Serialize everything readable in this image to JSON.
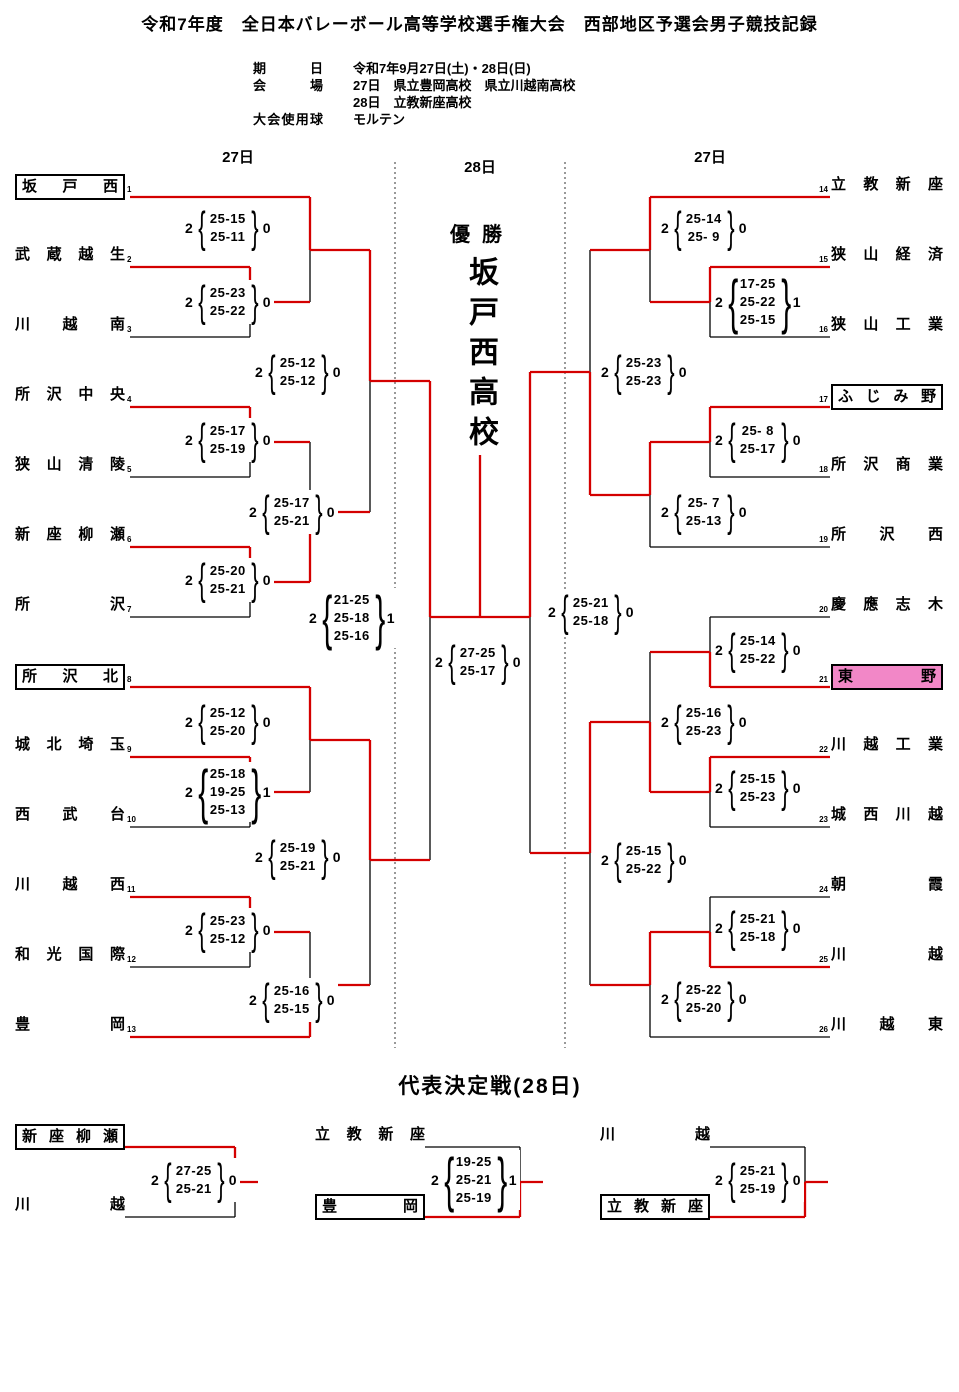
{
  "title": "令和7年度　全日本バレーボール高等学校選手権大会　西部地区予選会男子競技記録",
  "info": {
    "date_label": "期　日",
    "date_value": "令和7年9月27日(土)・28日(日)",
    "venue_label": "会　場",
    "venue_line1": "27日　県立豊岡高校　県立川越南高校",
    "venue_line2": "28日　立教新座高校",
    "ball_label": "大会使用球",
    "ball_value": "モルテン"
  },
  "columns": {
    "left_day": "27日",
    "center_day": "28日",
    "right_day": "27日"
  },
  "champion": {
    "label": "優勝",
    "name": "坂戸西高校"
  },
  "teams": {
    "left": [
      {
        "seed": "1",
        "name": "坂戸西"
      },
      {
        "seed": "2",
        "name": "武蔵越生"
      },
      {
        "seed": "3",
        "name": "川越南"
      },
      {
        "seed": "4",
        "name": "所沢中央"
      },
      {
        "seed": "5",
        "name": "狭山清陵"
      },
      {
        "seed": "6",
        "name": "新座柳瀬"
      },
      {
        "seed": "7",
        "name": "所沢"
      },
      {
        "seed": "8",
        "name": "所沢北"
      },
      {
        "seed": "9",
        "name": "城北埼玉"
      },
      {
        "seed": "10",
        "name": "西武台"
      },
      {
        "seed": "11",
        "name": "川越西"
      },
      {
        "seed": "12",
        "name": "和光国際"
      },
      {
        "seed": "13",
        "name": "豊岡"
      }
    ],
    "right": [
      {
        "seed": "14",
        "name": "立教新座"
      },
      {
        "seed": "15",
        "name": "狭山経済"
      },
      {
        "seed": "16",
        "name": "狭山工業"
      },
      {
        "seed": "17",
        "name": "ふじみ野"
      },
      {
        "seed": "18",
        "name": "所沢商業"
      },
      {
        "seed": "19",
        "name": "所沢西"
      },
      {
        "seed": "20",
        "name": "慶應志木"
      },
      {
        "seed": "21",
        "name": "東野"
      },
      {
        "seed": "22",
        "name": "川越工業"
      },
      {
        "seed": "23",
        "name": "城西川越"
      },
      {
        "seed": "24",
        "name": "朝霞"
      },
      {
        "seed": "25",
        "name": "川越"
      },
      {
        "seed": "26",
        "name": "川越東"
      }
    ]
  },
  "matches": {
    "l1": {
      "left_num": "2",
      "sets": "25-15\n25-11",
      "right_num": "0"
    },
    "l2": {
      "left_num": "2",
      "sets": "25-23\n25-22",
      "right_num": "0"
    },
    "l3": {
      "left_num": "2",
      "sets": "25-12\n25-12",
      "right_num": "0"
    },
    "l4": {
      "left_num": "2",
      "sets": "25-17\n25-19",
      "right_num": "0"
    },
    "l5": {
      "left_num": "2",
      "sets": "25-17\n25-21",
      "right_num": "0"
    },
    "l6": {
      "left_num": "2",
      "sets": "25-20\n25-21",
      "right_num": "0"
    },
    "l7": {
      "left_num": "2",
      "sets": "21-25\n25-18\n25-16",
      "right_num": "1"
    },
    "l8": {
      "left_num": "2",
      "sets": "25-12\n25-20",
      "right_num": "0"
    },
    "l9": {
      "left_num": "2",
      "sets": "25-18\n19-25\n25-13",
      "right_num": "1"
    },
    "l10": {
      "left_num": "2",
      "sets": "25-19\n25-21",
      "right_num": "0"
    },
    "l11": {
      "left_num": "2",
      "sets": "25-23\n25-12",
      "right_num": "0"
    },
    "l12": {
      "left_num": "2",
      "sets": "25-16\n25-15",
      "right_num": "0"
    },
    "f1": {
      "left_num": "2",
      "sets": "27-25\n25-17",
      "right_num": "0"
    },
    "r1": {
      "left_num": "2",
      "sets": "25-14\n25- 9",
      "right_num": "0"
    },
    "r2": {
      "left_num": "2",
      "sets": "17-25\n25-22\n25-15",
      "right_num": "1"
    },
    "r3": {
      "left_num": "2",
      "sets": "25-23\n25-23",
      "right_num": "0"
    },
    "r4": {
      "left_num": "2",
      "sets": "25- 8\n25-17",
      "right_num": "0"
    },
    "r5": {
      "left_num": "2",
      "sets": "25- 7\n25-13",
      "right_num": "0"
    },
    "r6": {
      "left_num": "2",
      "sets": "25-21\n25-18",
      "right_num": "0"
    },
    "r7": {
      "left_num": "2",
      "sets": "25-14\n25-22",
      "right_num": "0"
    },
    "r8": {
      "left_num": "2",
      "sets": "25-16\n25-23",
      "right_num": "0"
    },
    "r9": {
      "left_num": "2",
      "sets": "25-15\n25-23",
      "right_num": "0"
    },
    "r10": {
      "left_num": "2",
      "sets": "25-15\n25-22",
      "right_num": "0"
    },
    "r11": {
      "left_num": "2",
      "sets": "25-21\n25-18",
      "right_num": "0"
    },
    "r12": {
      "left_num": "2",
      "sets": "25-22\n25-20",
      "right_num": "0"
    },
    "p1": {
      "left_num": "2",
      "sets": "27-25\n25-21",
      "right_num": "0"
    },
    "p2": {
      "left_num": "2",
      "sets": "19-25\n25-21\n25-19",
      "right_num": "1"
    },
    "p3": {
      "left_num": "2",
      "sets": "25-21\n25-19",
      "right_num": "0"
    }
  },
  "playoff": {
    "title": "代表決定戦(28日)",
    "matches": [
      {
        "top": "新座柳瀬",
        "bottom": "川越"
      },
      {
        "top": "立教新座",
        "bottom": "豊岡"
      },
      {
        "top": "川越",
        "bottom": "立教新座"
      }
    ]
  },
  "colors": {
    "winner_line": "#d40000",
    "line": "#000000",
    "highlight_team_bg": "#f287c7"
  }
}
